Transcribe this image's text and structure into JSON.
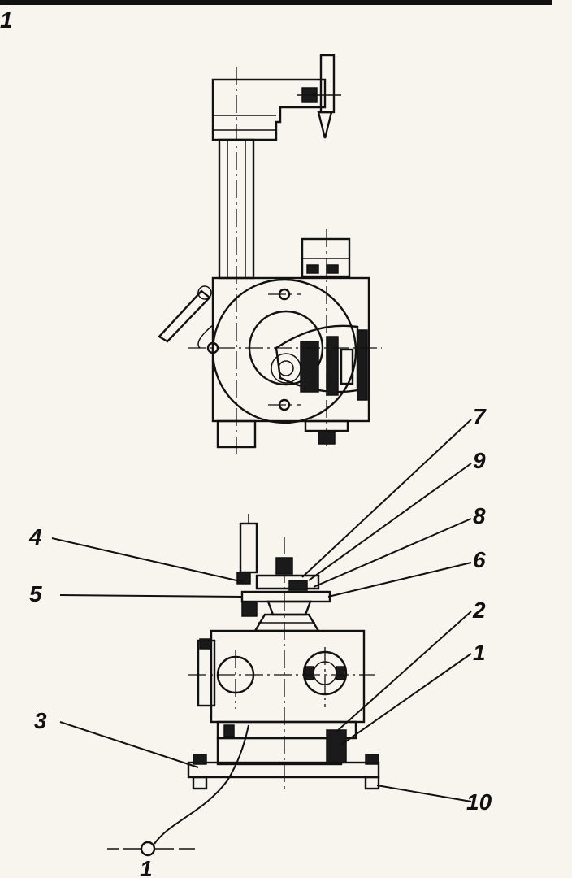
{
  "corner_label": "1",
  "callouts": [
    "7",
    "9",
    "8",
    "6",
    "4",
    "5",
    "2",
    "1",
    "3",
    "10"
  ],
  "section_mark": "1",
  "colors": {
    "ink": "#111111",
    "paper": "#f7f5ee"
  }
}
